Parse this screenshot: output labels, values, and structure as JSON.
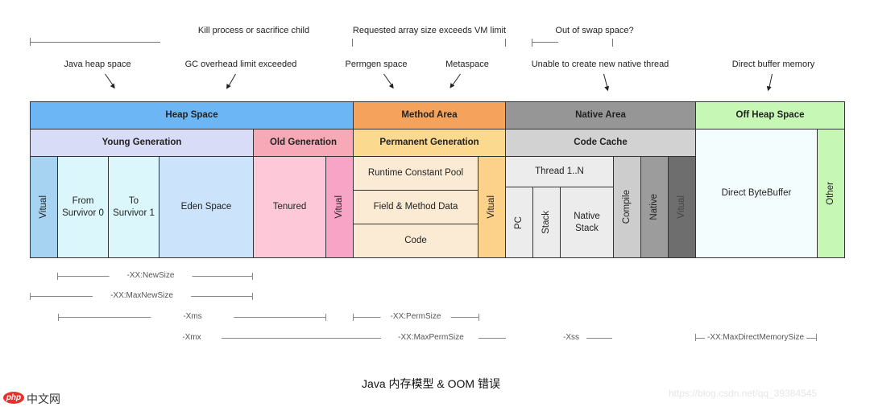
{
  "errors": {
    "top_row": [
      {
        "label": "Kill process or sacrifice child"
      },
      {
        "label": "Requested array size exceeds VM limit"
      },
      {
        "label": "Out of swap space?"
      }
    ],
    "second_row": [
      {
        "label": "Java heap space"
      },
      {
        "label": "GC overhead limit exceeded"
      },
      {
        "label": "Permgen space"
      },
      {
        "label": "Metaspace"
      },
      {
        "label": "Unable to create new native thread"
      },
      {
        "label": "Direct buffer memory"
      }
    ]
  },
  "areas": {
    "heap": {
      "label": "Heap Space",
      "color": "#6cb6f5"
    },
    "method": {
      "label": "Method Area",
      "color": "#f5a25c"
    },
    "native": {
      "label": "Native Area",
      "color": "#969696"
    },
    "offheap": {
      "label": "Off Heap Space",
      "color": "#c6f7b4"
    }
  },
  "generations": {
    "young": {
      "label": "Young Generation",
      "color": "#d9dcf7"
    },
    "old": {
      "label": "Old Generation",
      "color": "#f7a9b8"
    },
    "perm": {
      "label": "Permanent Generation",
      "color": "#fbd98f"
    },
    "codecache": {
      "label": "Code Cache",
      "color": "#d2d2d2"
    }
  },
  "cells": {
    "young_virtual": "Vitual",
    "from_survivor": "From Survivor 0",
    "to_survivor": "To Survivor 1",
    "eden": "Eden Space",
    "tenured": "Tenured",
    "old_virtual": "Vitual",
    "runtime_constant_pool": "Runtime Constant Pool",
    "field_method_data": "Field & Method Data",
    "code": "Code",
    "perm_virtual": "Vitual",
    "thread": "Thread 1..N",
    "pc": "PC",
    "stack": "Stack",
    "native_stack": "Native Stack",
    "compile": "Compile",
    "native": "Native",
    "native_virtual": "Vitual",
    "direct_bytebuffer": "Direct ByteBuffer",
    "other": "Other"
  },
  "params": {
    "new_size": "-XX:NewSize",
    "max_new_size": "-XX:MaxNewSize",
    "xms": "-Xms",
    "xmx": "-Xmx",
    "perm_size": "-XX:PermSize",
    "max_perm_size": "-XX:MaxPermSize",
    "xss": "-Xss",
    "max_direct_memory_size": "-XX:MaxDirectMemorySize"
  },
  "caption": "Java 内存模型 & OOM 错误",
  "watermark": {
    "logo_text": "php",
    "site_text": "中文网",
    "url_text": "https://blog.csdn.net/qq_39384545"
  }
}
